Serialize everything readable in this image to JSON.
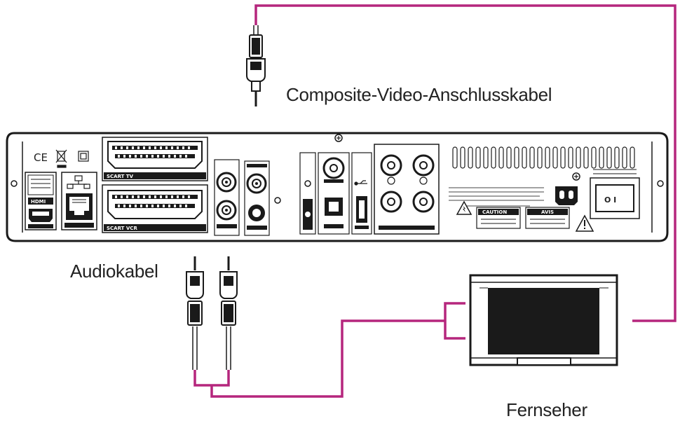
{
  "title": "",
  "labels": {
    "composite_cable": "Composite-Video-Anschlusskabel",
    "audio_cable": "Audiokabel",
    "tv": "Fernseher"
  },
  "panel_text": {
    "hdmi": "HDMI",
    "scart_tv": "SCART TV",
    "scart_vcr": "SCART VCR",
    "caution": "CAUTION",
    "avis": "AVIS",
    "power_switch": "O I",
    "ce_mark": "CE"
  },
  "colors": {
    "cable": "#b5267d",
    "highlight": "#b5267d",
    "device_outline": "#1a1a1a",
    "panel_fill": "#ffffff",
    "tv_screen": "#1a1a1a"
  }
}
